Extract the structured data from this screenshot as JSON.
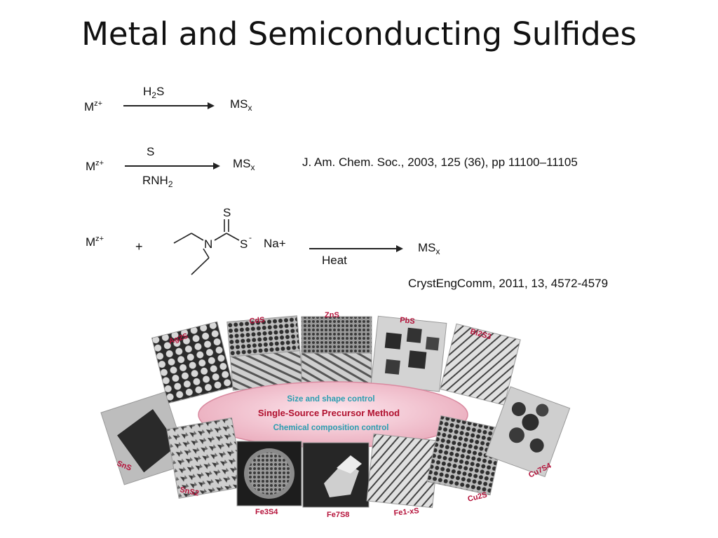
{
  "slide": {
    "title": "Metal and Semiconducting Sulfides"
  },
  "reaction1": {
    "reactant": "M",
    "reactant_charge": "z+",
    "reagent_main": "H",
    "reagent_sub": "2",
    "reagent_tail": "S",
    "product": "MS",
    "product_sub": "x"
  },
  "reaction2": {
    "reactant": "M",
    "reactant_charge": "z+",
    "reagent_top": "S",
    "reagent_bottom": "RNH",
    "reagent_bottom_sub": "2",
    "product": "MS",
    "product_sub": "x",
    "reference": "J. Am. Chem. Soc., 2003, 125 (36), pp 11100–11105"
  },
  "reaction3": {
    "reactant": "M",
    "reactant_charge": "z+",
    "plus": "+",
    "atom_S_top": "S",
    "atom_N": "N",
    "atom_S_minus": "S",
    "minus": "-",
    "counterion": "Na+",
    "condition": "Heat",
    "product": "MS",
    "product_sub": "x",
    "reference": "CrystEngComm, 2011, 13, 4572-4579"
  },
  "figure": {
    "ellipse_line1": "Size and shape control",
    "ellipse_line2": "Single-Source Precursor Method",
    "ellipse_line3": "Chemical composition control",
    "top_tiles": [
      "Ag2S",
      "CdS",
      "ZnS",
      "PbS",
      "Bi2S3"
    ],
    "bottom_tiles": [
      "SnS",
      "SnS2",
      "Fe3S4",
      "Fe7S8",
      "Fe1-xS",
      "Cu2S",
      "Cu7S4"
    ],
    "colors": {
      "label_red": "#b5123a",
      "ellipse_fill": "#f3c8d2",
      "ellipse_teal": "#2a9db0",
      "ellipse_red": "#b0102e"
    }
  }
}
